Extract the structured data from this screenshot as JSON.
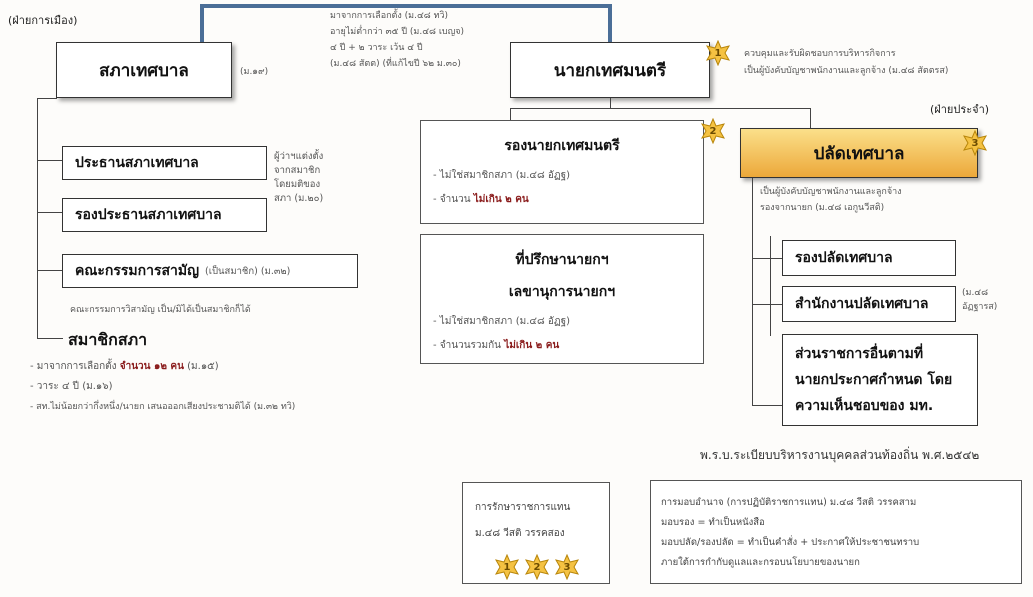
{
  "colors": {
    "gold": "#f5c242",
    "gold_dark": "#d99a1e",
    "blue_frame": "#4b6e97",
    "red_text": "#8b1d1d"
  },
  "political_label": "(ฝ่ายการเมือง)",
  "council": {
    "title": "สภาเทศบาล",
    "ref": "(ม.๑๙)",
    "chair": "ประธานสภาเทศบาล",
    "vice_chair": "รองประธานสภาเทศบาล",
    "chair_note": [
      "ผู้ว่าฯแต่งตั้ง",
      "จากสมาชิก",
      "โดยมติของ",
      "สภา (ม.๒๐)"
    ],
    "committee": "คณะกรรมการสามัญ",
    "committee_ref": "(เป็นสมาชิก) (ม.๓๒)",
    "committee_note": "คณะกรรมการวิสามัญ เป็น/มิได้เป็นสมาชิกก็ได้",
    "members_title": "สมาชิกสภา",
    "members_line1_a": "- มาจากการเลือกตั้ง",
    "members_line1_b": "จำนวน ๑๒ คน",
    "members_line1_c": "(ม.๑๕)",
    "members_line2": "- วาระ ๔ ปี (ม.๑๖)",
    "members_line3": "- สท.ไม่น้อยกว่ากึ่งหนึ่ง/นายก เสนอออกเสียงประชามติได้ (ม.๓๒ ทวิ)"
  },
  "mayor": {
    "title": "นายกเทศมนตรี",
    "star": "1",
    "elect_notes": [
      "มาจากการเลือกตั้ง (ม.๔๘ ทวิ)",
      "อายุไม่ต่ำกว่า ๓๕ ปี (ม.๔๘ เบญจ)",
      "๔ ปี + ๒ วาระ เว้น ๔ ปี",
      "(ม.๔๘ สัตต) (ที่แก้ไขปี ๖๒ ม.๓๐)"
    ],
    "duty_notes": [
      "ควบคุมและรับผิดชอบการบริหารกิจการ",
      "เป็นผู้บังคับบัญชาพนักงานและลูกจ้าง (ม.๔๘ สัตตรส)"
    ]
  },
  "deputy_mayor": {
    "title": "รองนายกเทศมนตรี",
    "star": "2",
    "line1": "- ไม่ใช่สมาชิกสภา (ม.๔๘ อัฏฐ)",
    "line2_a": "- จำนวน",
    "line2_b": "ไม่เกิน ๒ คน"
  },
  "advisor": {
    "title1": "ที่ปรึกษานายกฯ",
    "title2": "เลขานุการนายกฯ",
    "line1": "- ไม่ใช่สมาชิกสภา (ม.๔๘ อัฏฐ)",
    "line2_a": "- จำนวนรวมกัน",
    "line2_b": "ไม่เกิน ๒ คน"
  },
  "permanent_label": "(ฝ่ายประจำ)",
  "clerk": {
    "title": "ปลัดเทศบาล",
    "star": "3",
    "notes": [
      "เป็นผู้บังคับบัญชาพนักงานและลูกจ้าง",
      "รองจากนายก (ม.๔๘ เอกูนวีสติ)"
    ],
    "deputy": "รองปลัดเทศบาล",
    "office": "สำนักงานปลัดเทศบาล",
    "office_ref": [
      "(ม.๔๘",
      "อัฏฐารส)"
    ],
    "other": [
      "ส่วนราชการอื่นตามที่",
      "นายกประกาศกำหนด โดย",
      "ความเห็นชอบของ มท."
    ]
  },
  "act_ref": "พ.ร.บ.ระเบียบบริหารงานบุคคลส่วนท้องถิ่น พ.ศ.๒๕๔๒",
  "acting": {
    "line1": "การรักษาราชการแทน",
    "line2": "ม.๔๘ วีสติ วรรคสอง",
    "stars": [
      "1",
      "2",
      "3"
    ]
  },
  "delegation": {
    "lines": [
      "การมอบอำนาจ (การปฏิบัติราชการแทน) ม.๔๘ วีสติ วรรคสาม",
      "มอบรอง = ทำเป็นหนังสือ",
      "มอบปลัด/รองปลัด = ทำเป็นคำสั่ง + ประกาศให้ประชาชนทราบ",
      "ภายใต้การกำกับดูแลและกรอบนโยบายของนายก"
    ]
  }
}
